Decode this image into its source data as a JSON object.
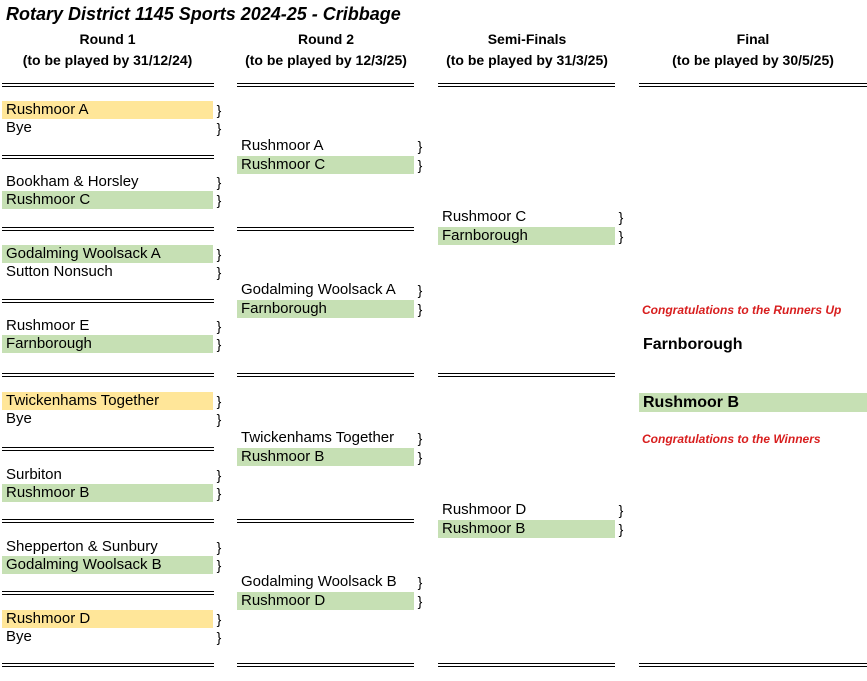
{
  "title": "Rotary District 1145 Sports 2024-25 - Cribbage",
  "rounds": [
    {
      "name": "Round 1",
      "deadline": "(to be played by 31/12/24)"
    },
    {
      "name": "Round 2",
      "deadline": "(to be played by 12/3/25)"
    },
    {
      "name": "Semi-Finals",
      "deadline": "(to be played by 31/3/25)"
    },
    {
      "name": "Final",
      "deadline": "(to be played by 30/5/25)"
    }
  ],
  "round1": [
    [
      {
        "team": "Rushmoor A",
        "state": "bye"
      },
      {
        "team": "Bye",
        "state": ""
      }
    ],
    [
      {
        "team": "Bookham & Horsley",
        "state": ""
      },
      {
        "team": "Rushmoor C",
        "state": "win"
      }
    ],
    [
      {
        "team": "Godalming Woolsack A",
        "state": "win"
      },
      {
        "team": "Sutton Nonsuch",
        "state": ""
      }
    ],
    [
      {
        "team": "Rushmoor E",
        "state": ""
      },
      {
        "team": "Farnborough",
        "state": "win"
      }
    ],
    [
      {
        "team": "Twickenhams Together",
        "state": "bye"
      },
      {
        "team": "Bye",
        "state": ""
      }
    ],
    [
      {
        "team": "Surbiton",
        "state": ""
      },
      {
        "team": "Rushmoor B",
        "state": "win"
      }
    ],
    [
      {
        "team": "Shepperton & Sunbury",
        "state": ""
      },
      {
        "team": "Godalming Woolsack B",
        "state": "win"
      }
    ],
    [
      {
        "team": "Rushmoor D",
        "state": "bye"
      },
      {
        "team": "Bye",
        "state": ""
      }
    ]
  ],
  "round2": [
    [
      {
        "team": "Rushmoor A",
        "state": ""
      },
      {
        "team": "Rushmoor C",
        "state": "win"
      }
    ],
    [
      {
        "team": "Godalming Woolsack A",
        "state": ""
      },
      {
        "team": "Farnborough",
        "state": "win"
      }
    ],
    [
      {
        "team": "Twickenhams Together",
        "state": ""
      },
      {
        "team": "Rushmoor B",
        "state": "win"
      }
    ],
    [
      {
        "team": "Godalming Woolsack B",
        "state": ""
      },
      {
        "team": "Rushmoor D",
        "state": "win"
      }
    ]
  ],
  "semis": [
    [
      {
        "team": "Rushmoor C",
        "state": ""
      },
      {
        "team": "Farnborough",
        "state": "win"
      }
    ],
    [
      {
        "team": "Rushmoor D",
        "state": ""
      },
      {
        "team": "Rushmoor B",
        "state": "win"
      }
    ]
  ],
  "brace_char": "}",
  "final": {
    "runners_up_msg": "Congratulations to the Runners Up",
    "runner_up": "Farnborough",
    "winner": "Rushmoor B",
    "winners_msg": "Congratulations to the Winners"
  },
  "colors": {
    "winner_fill": "#c6e0b4",
    "bye_fill": "#ffe699",
    "congrats_text": "#d81e1e"
  }
}
